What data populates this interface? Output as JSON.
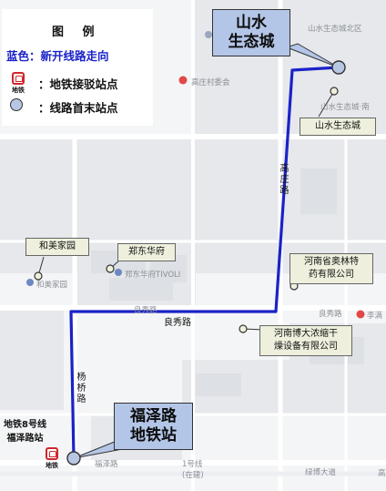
{
  "legend": {
    "title": "图 例",
    "blue_line_text": "蓝色：新开线路走向",
    "metro_text": "：地铁接驳站点",
    "terminal_text": "：线路首末站点",
    "metro_icon_caption": "地铁"
  },
  "route": {
    "line_color": "#1a22c8",
    "terminal_north": {
      "name": "山水生态城"
    },
    "terminal_south": {
      "name": "福泽路地铁站"
    }
  },
  "callouts": {
    "terminal_north": "山水\n生态城",
    "terminal_south": "福泽路\n地铁站",
    "stop_shanshui": "山水生态城",
    "stop_heimei": "和美家园",
    "stop_zhengdong": "郑东华府",
    "stop_aolinte": "河南省奥林特\n药有限公司",
    "stop_boda": "河南博大浓缩干\n燥设备有限公司"
  },
  "road_labels": {
    "gaozhuang": "高庄路",
    "liangxiu": "良秀路",
    "yangqiao": "杨桥路"
  },
  "side_note": "地铁8号线\n福泽路站",
  "metro_icon_caption": "地铁",
  "base_labels": [
    "山水生态城北区",
    "山水生态城·南",
    "高庄村委会",
    "和美家园",
    "郑东华府TIVOLI",
    "良秀路",
    "良秀路",
    "李满",
    "1号线",
    "(在建)",
    "福泽路",
    "绿博大道",
    "高"
  ],
  "colors": {
    "callout_fill": "#eef0dd",
    "terminal_fill": "#b4c6e7",
    "stop_dot": "#eef0dd",
    "metro_red": "#d0262c"
  }
}
